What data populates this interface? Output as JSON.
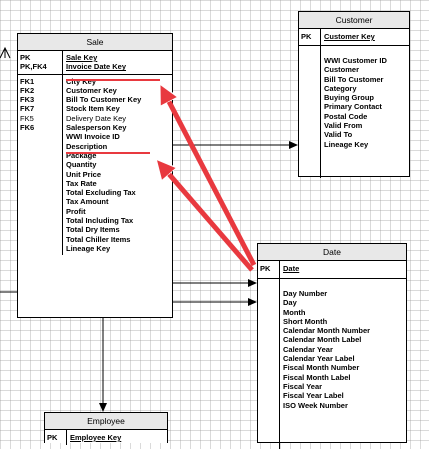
{
  "sale": {
    "title": "Sale",
    "pk_keys": [
      "PK",
      "PK,FK4"
    ],
    "pk_fields": [
      "Sale Key",
      "Invoice Date Key"
    ],
    "fk_keys": [
      "FK1",
      "FK2",
      "FK3",
      "FK7",
      "FK5",
      "FK6",
      "",
      "",
      "",
      "",
      "",
      "",
      "",
      "",
      "",
      "",
      "",
      "",
      "",
      "",
      "",
      ""
    ],
    "fields": [
      "City Key",
      "Customer Key",
      "Bill To Customer Key",
      "Stock Item Key",
      "Delivery Date Key",
      "Salesperson Key",
      "WWI Invoice ID",
      "Description",
      "Package",
      "Quantity",
      "Unit Price",
      "Tax Rate",
      "Total Excluding Tax",
      "Tax Amount",
      "Profit",
      "Total Including Tax",
      "Total Dry Items",
      "Total Chiller Items",
      "Lineage Key"
    ]
  },
  "customer": {
    "title": "Customer",
    "pk_key": "PK",
    "pk_field": "Customer Key",
    "fields": [
      "WWI Customer ID",
      "Customer",
      "Bill To Customer",
      "Category",
      "Buying Group",
      "Primary Contact",
      "Postal Code",
      "Valid From",
      "Valid To",
      "Lineage Key"
    ]
  },
  "date": {
    "title": "Date",
    "pk_key": "PK",
    "pk_field": "Date",
    "fields": [
      "Day Number",
      "Day",
      "Month",
      "Short Month",
      "Calendar Month Number",
      "Calendar Month Label",
      "Calendar Year",
      "Calendar Year Label",
      "Fiscal Month Number",
      "Fiscal Month Label",
      "Fiscal Year",
      "Fiscal Year Label",
      "ISO Week Number"
    ]
  },
  "employee": {
    "title": "Employee",
    "pk_key": "PK",
    "pk_field": "Employee Key"
  },
  "colors": {
    "highlight_arrow": "#e8393f",
    "connector": "#000000",
    "header_fill": "#e8e8e8"
  }
}
